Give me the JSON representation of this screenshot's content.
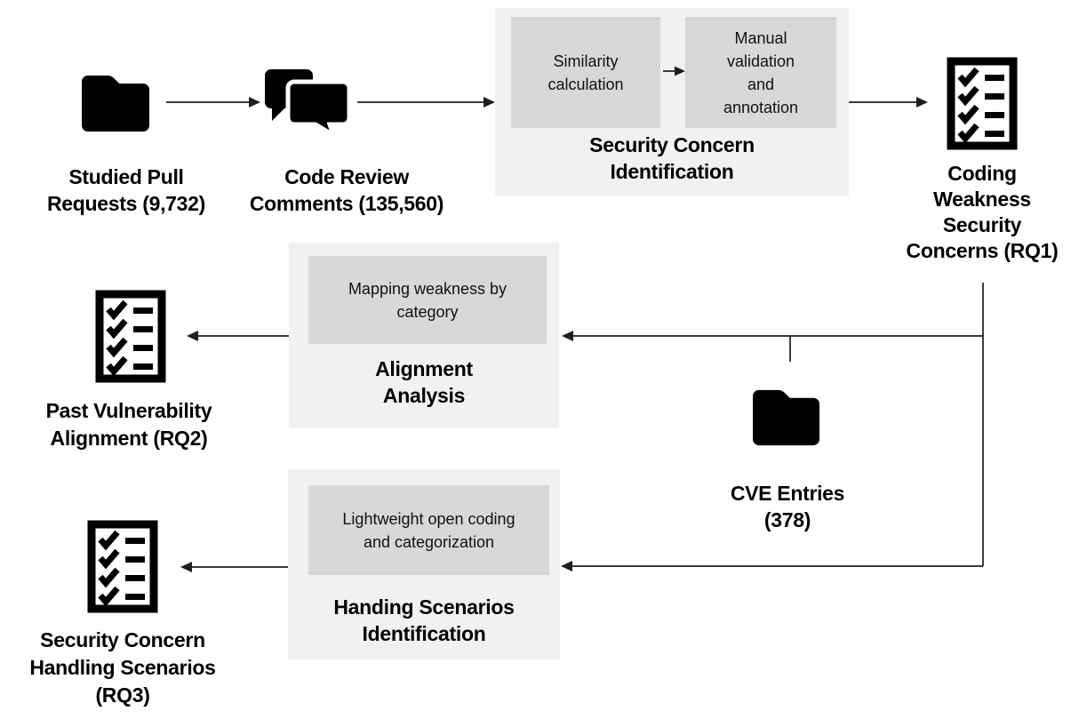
{
  "diagram": {
    "description": "Study methodology flow diagram",
    "nodes": {
      "studied_pull_requests": {
        "icon": "folder-icon",
        "label": "Studied Pull\nRequests (9,732)"
      },
      "code_review_comments": {
        "icon": "comments-icon",
        "label": "Code Review\nComments (135,560)"
      },
      "security_concern_identification": {
        "title": "Security Concern\nIdentification",
        "step1": "Similarity\ncalculation",
        "step2": "Manual\nvalidation\nand\nannotation"
      },
      "coding_weakness_rq1": {
        "icon": "checklist-icon",
        "label": "Coding\nWeakness\nSecurity\nConcerns (RQ1)"
      },
      "alignment_analysis": {
        "title": "Alignment\nAnalysis",
        "step1": "Mapping weakness by\ncategory"
      },
      "past_vulnerability_rq2": {
        "icon": "checklist-icon",
        "label": "Past Vulnerability\nAlignment (RQ2)"
      },
      "cve_entries": {
        "icon": "folder-icon",
        "label": "CVE Entries\n(378)"
      },
      "handing_scenarios_identification": {
        "title": "Handing Scenarios\nIdentification",
        "step1": "Lightweight open coding\nand categorization"
      },
      "security_concern_handling_rq3": {
        "icon": "checklist-icon",
        "label": "Security Concern\nHandling Scenarios\n(RQ3)"
      }
    },
    "colors": {
      "background": "#ffffff",
      "process_box_bg": "#f1f1f1",
      "step_box_bg": "#d8d8d8",
      "icon_color": "#000000",
      "arrow_color": "#1f1f1f",
      "text_color": "#000000"
    }
  }
}
